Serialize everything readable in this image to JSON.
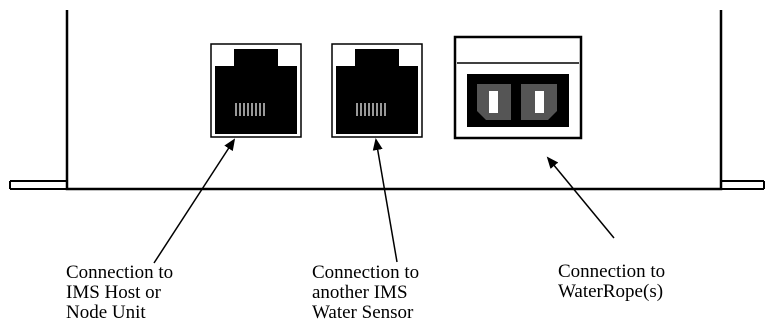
{
  "colors": {
    "line": "#000000",
    "background": "#ffffff",
    "jack_fill": "#000000",
    "pin_fill": "#555555"
  },
  "icons": {
    "host_port": "rj45-jack-icon",
    "sensor_port": "rj45-jack-icon",
    "waterrope_port": "two-pin-terminal-icon"
  },
  "labels": {
    "host": [
      "Connection to",
      "IMS Host or",
      "Node Unit"
    ],
    "sensor": [
      "Connection to",
      "another IMS",
      "Water Sensor"
    ],
    "waterrope": [
      "Connection to",
      "WaterRope(s)"
    ]
  }
}
